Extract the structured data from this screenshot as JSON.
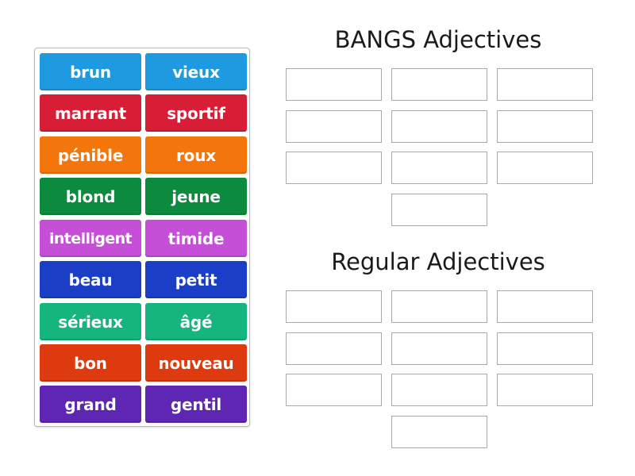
{
  "tiles": [
    {
      "label": "brun",
      "color": "#1e9be0"
    },
    {
      "label": "vieux",
      "color": "#1e9be0"
    },
    {
      "label": "marrant",
      "color": "#d81e36"
    },
    {
      "label": "sportif",
      "color": "#d81e36"
    },
    {
      "label": "pénible",
      "color": "#f2760c"
    },
    {
      "label": "roux",
      "color": "#f2760c"
    },
    {
      "label": "blond",
      "color": "#0c8a3e"
    },
    {
      "label": "jeune",
      "color": "#0c8a3e"
    },
    {
      "label": "intelligent",
      "color": "#c54fd6"
    },
    {
      "label": "timide",
      "color": "#c54fd6"
    },
    {
      "label": "beau",
      "color": "#1a3ec6"
    },
    {
      "label": "petit",
      "color": "#1a3ec6"
    },
    {
      "label": "sérieux",
      "color": "#17b57e"
    },
    {
      "label": "âgé",
      "color": "#17b57e"
    },
    {
      "label": "bon",
      "color": "#dd3a10"
    },
    {
      "label": "nouveau",
      "color": "#dd3a10"
    },
    {
      "label": "grand",
      "color": "#5f26b3"
    },
    {
      "label": "gentil",
      "color": "#5f26b3"
    }
  ],
  "groups": [
    {
      "title": "BANGS Adjectives",
      "slots": 10
    },
    {
      "title": "Regular Adjectives",
      "slots": 10
    }
  ]
}
